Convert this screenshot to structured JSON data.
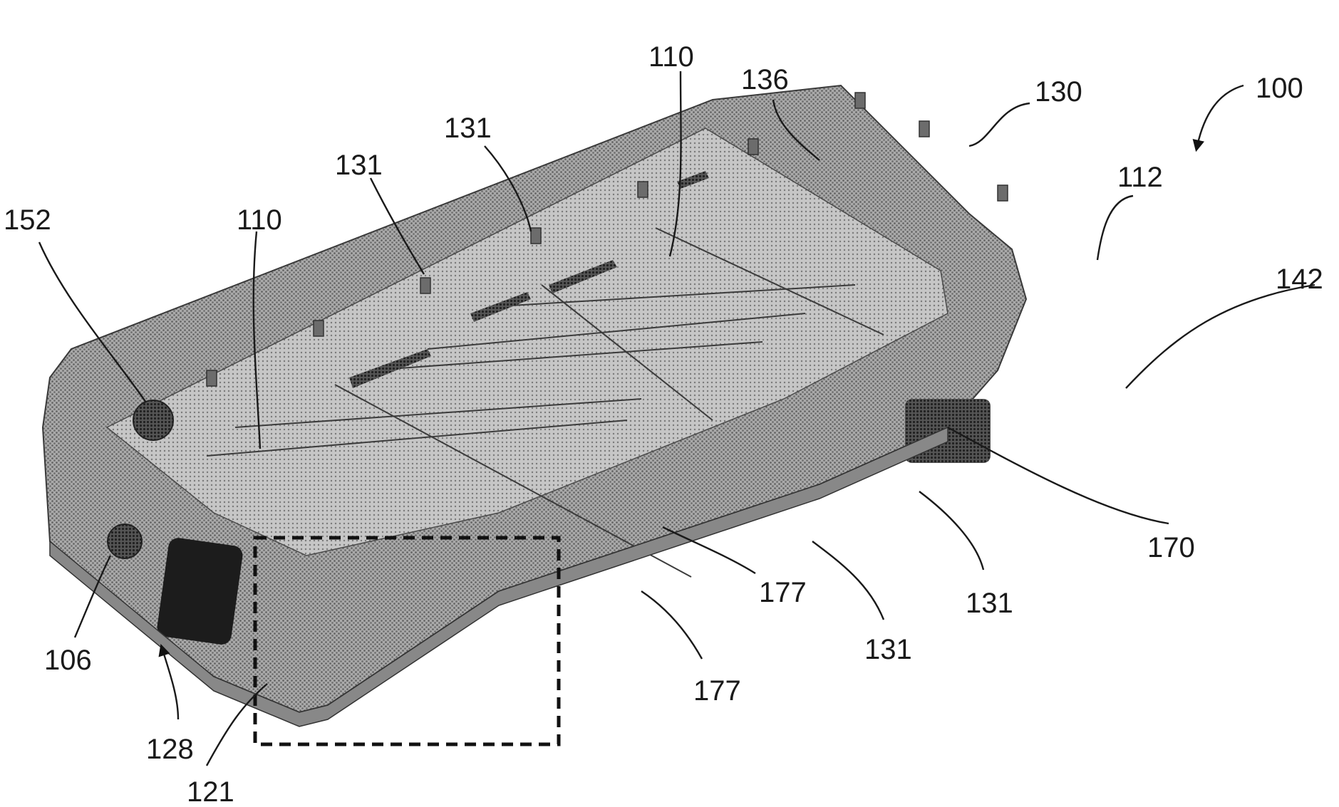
{
  "figure": {
    "reference_numerals": [
      {
        "id": "n100",
        "text": "100"
      },
      {
        "id": "n130",
        "text": "130"
      },
      {
        "id": "n136",
        "text": "136"
      },
      {
        "id": "n110a",
        "text": "110"
      },
      {
        "id": "n131a",
        "text": "131"
      },
      {
        "id": "n131b",
        "text": "131"
      },
      {
        "id": "n152",
        "text": "152"
      },
      {
        "id": "n110b",
        "text": "110"
      },
      {
        "id": "n112",
        "text": "112"
      },
      {
        "id": "n142",
        "text": "142"
      },
      {
        "id": "n170",
        "text": "170"
      },
      {
        "id": "n131c",
        "text": "131"
      },
      {
        "id": "n131d",
        "text": "131"
      },
      {
        "id": "n177a",
        "text": "177"
      },
      {
        "id": "n177b",
        "text": "177"
      },
      {
        "id": "n106",
        "text": "106"
      },
      {
        "id": "n128",
        "text": "128"
      },
      {
        "id": "n121",
        "text": "121"
      }
    ]
  }
}
